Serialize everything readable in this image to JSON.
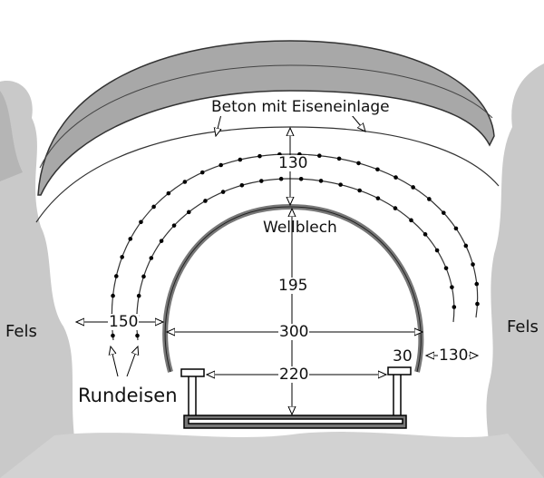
{
  "labels": {
    "concrete": "Beton mit Eiseneinlage",
    "sheet_metal": "Wellblech",
    "rock_left": "Fels",
    "rock_right": "Fels",
    "rebar": "Rundeisen"
  },
  "dimensions": {
    "crown_concrete": "130",
    "height": "195",
    "side_left": "150",
    "span": "300",
    "side_right": "130",
    "floor_width": "220",
    "foot": "30"
  }
}
